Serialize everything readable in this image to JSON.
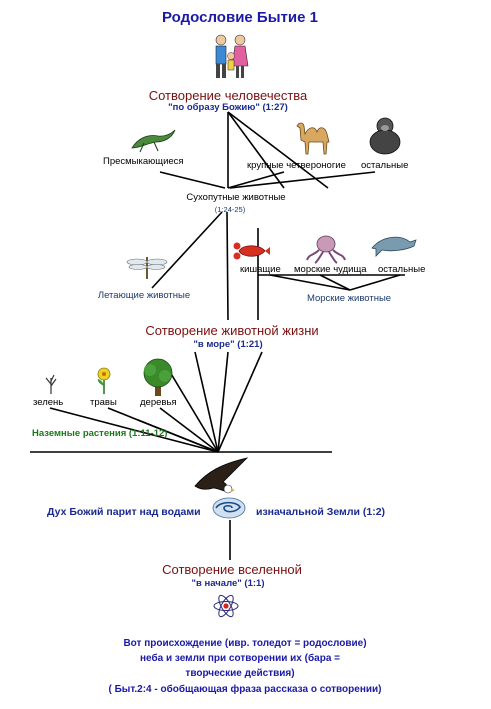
{
  "title": "Родословие Бытие 1",
  "humanity": {
    "label": "Сотворение человечества",
    "sub": "\"по образу Божию\" (1:27)"
  },
  "land_group": {
    "reptiles": "Пресмыкающиеся",
    "quadrupeds": "крупные четвероногие",
    "others": "остальные",
    "label": "Сухопутные животные",
    "ref": "(1:24-25)"
  },
  "sea_group": {
    "swarming": "кишащие",
    "monsters": "морские чудища",
    "others": "остальные",
    "label": "Морские животные"
  },
  "flying": "Летающие животные",
  "animal_life": {
    "label": "Сотворение животной жизни",
    "sub": "\"в море\" (1:21)"
  },
  "plants": {
    "greens": "зелень",
    "grass": "травы",
    "trees": "деревья",
    "label": "Наземные растения (1:11-12)"
  },
  "spirit": {
    "left": "Дух Божий парит над водами",
    "right": "изначальной Земли (1:2)"
  },
  "universe": {
    "label": "Сотворение вселенной",
    "sub": "\"в начале\" (1:1)"
  },
  "footer": {
    "line1": "Вот происхождение (ивр. толедот = родословие)",
    "line2": "неба и земли при сотворении их (бара =",
    "line3": "творческие действия)",
    "line4": "( Быт.2:4 - обобщающая фраза рассказа о сотворении)"
  },
  "colors": {
    "title": "#1a1aa6",
    "heading": "#7a1010",
    "plants": "#1a7a1a"
  },
  "icons": [
    "family-icon",
    "lizard-icon",
    "camel-icon",
    "gorilla-icon",
    "lobster-icon",
    "octopus-icon",
    "dolphin-icon",
    "dragonfly-icon",
    "sprout-icon",
    "flower-icon",
    "tree-icon",
    "eagle-icon",
    "swirl-icon",
    "atom-icon"
  ]
}
